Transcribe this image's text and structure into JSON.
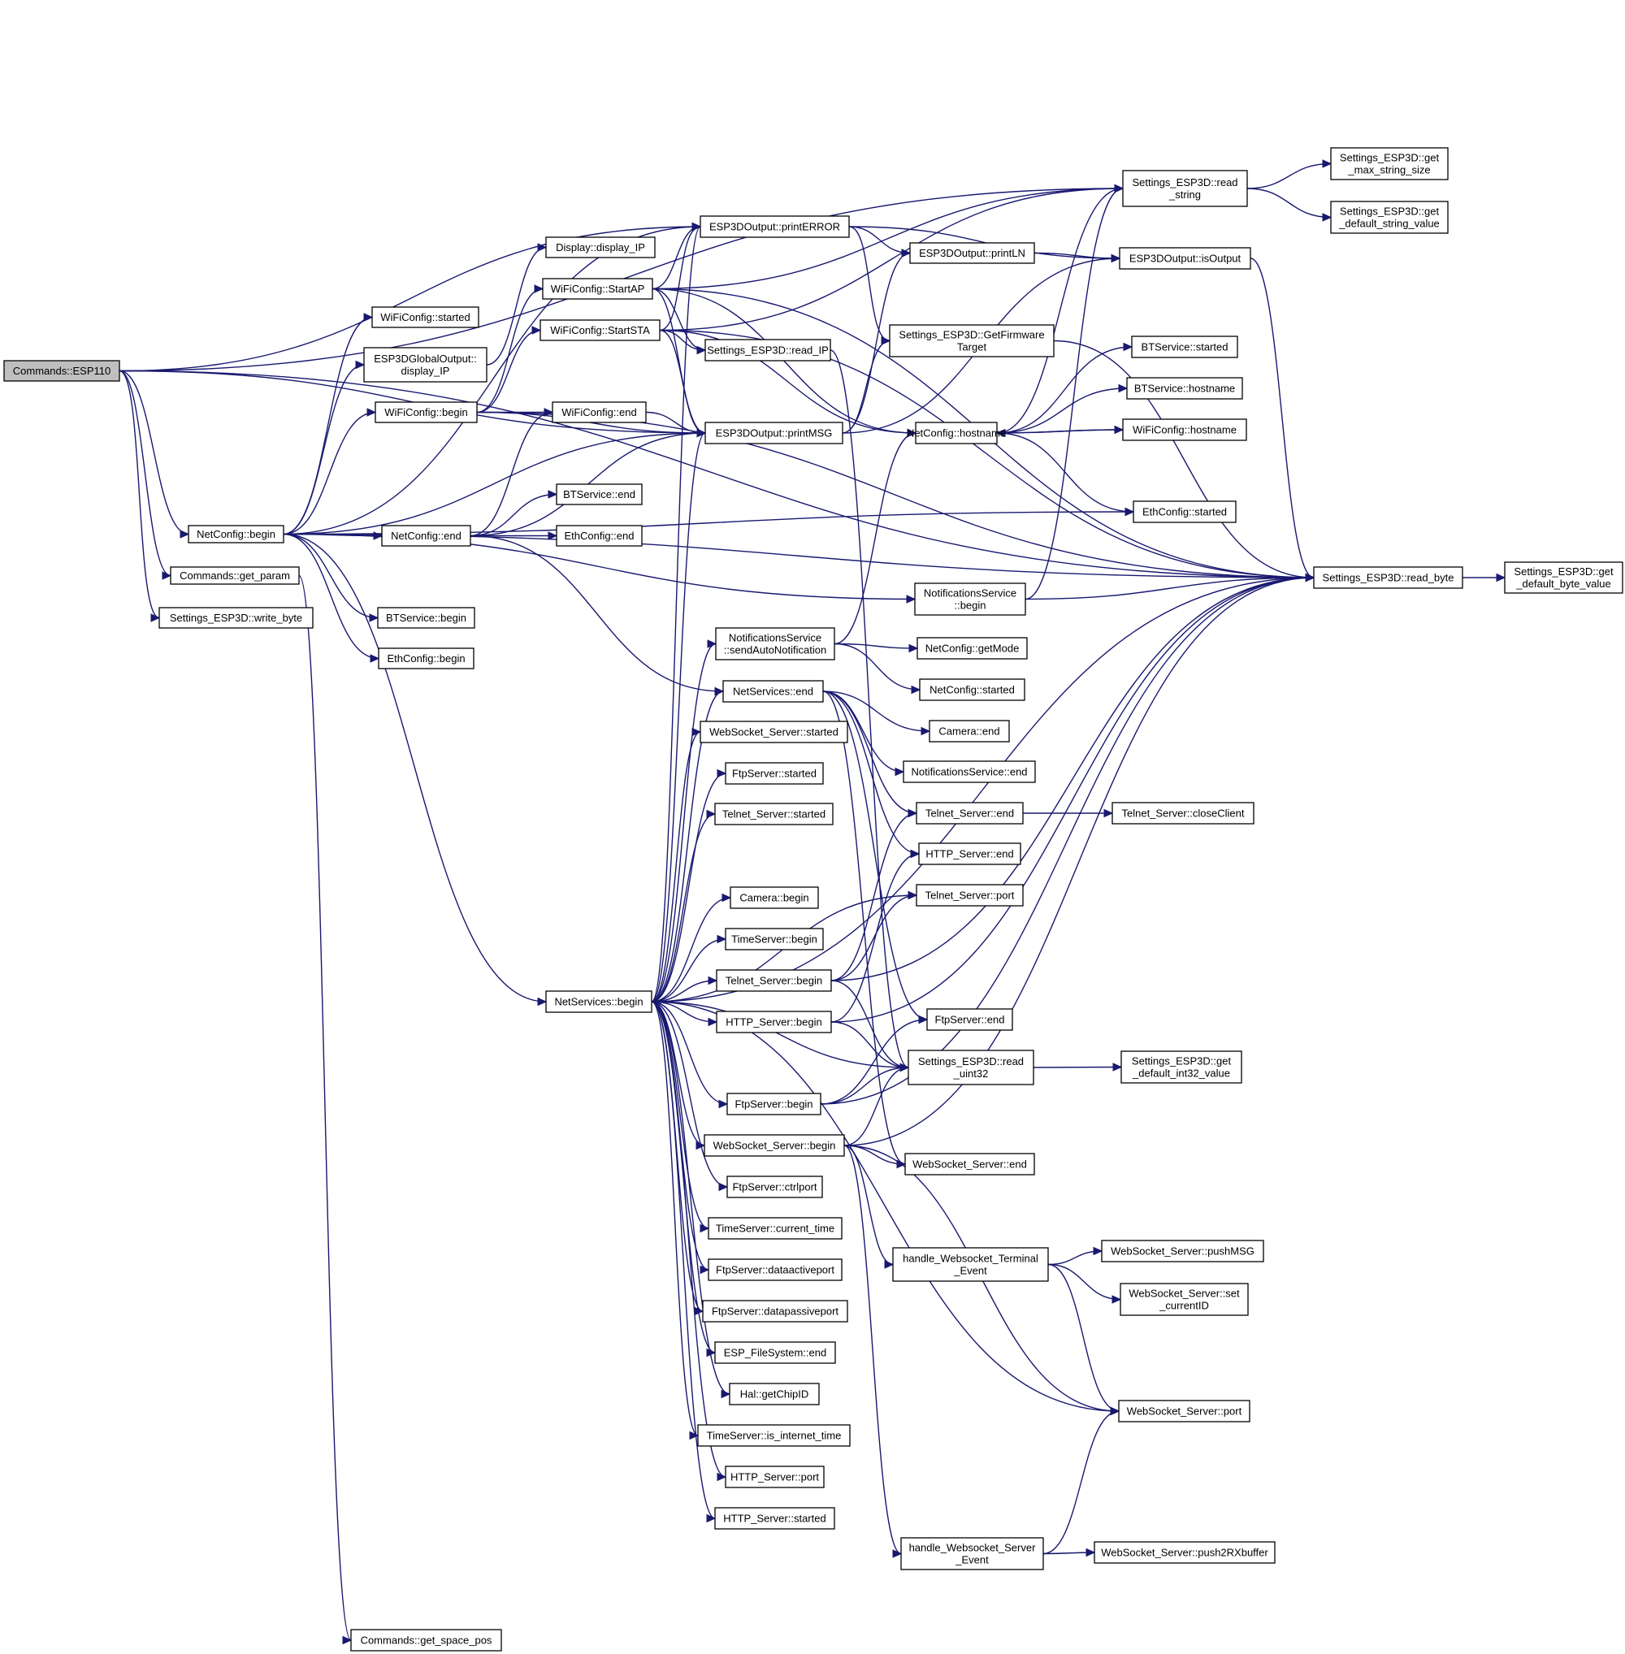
{
  "nodes": {
    "esp110": [
      "Commands::ESP110"
    ],
    "netconfig_begin": [
      "NetConfig::begin"
    ],
    "get_param": [
      "Commands::get_param"
    ],
    "write_byte": [
      "Settings_ESP3D::write_byte"
    ],
    "get_space_pos": [
      "Commands::get_space_pos"
    ],
    "wifi_started": [
      "WiFiConfig::started"
    ],
    "globaloutput_display_ip": [
      "ESP3DGlobalOutput::",
      "display_IP"
    ],
    "wifi_begin": [
      "WiFiConfig::begin"
    ],
    "netconfig_end": [
      "NetConfig::end"
    ],
    "btservice_begin": [
      "BTService::begin"
    ],
    "ethconfig_begin": [
      "EthConfig::begin"
    ],
    "netservices_begin": [
      "NetServices::begin"
    ],
    "display_ip": [
      "Display::display_IP"
    ],
    "startap": [
      "WiFiConfig::StartAP"
    ],
    "startsta": [
      "WiFiConfig::StartSTA"
    ],
    "wifi_end": [
      "WiFiConfig::end"
    ],
    "btservice_end": [
      "BTService::end"
    ],
    "ethconfig_end": [
      "EthConfig::end"
    ],
    "printerror": [
      "ESP3DOutput::printERROR"
    ],
    "read_ip": [
      "Settings_ESP3D::read_IP"
    ],
    "printmsg": [
      "ESP3DOutput::printMSG"
    ],
    "println": [
      "ESP3DOutput::printLN"
    ],
    "getfirmwaretarget": [
      "Settings_ESP3D::GetFirmware",
      "Target"
    ],
    "netconfig_hostname": [
      "NetConfig::hostname"
    ],
    "read_string": [
      "Settings_ESP3D::read",
      "_string"
    ],
    "isoutput": [
      "ESP3DOutput::isOutput"
    ],
    "btservice_started": [
      "BTService::started"
    ],
    "btservice_hostname": [
      "BTService::hostname"
    ],
    "wifi_hostname": [
      "WiFiConfig::hostname"
    ],
    "ethconfig_started": [
      "EthConfig::started"
    ],
    "read_byte": [
      "Settings_ESP3D::read_byte"
    ],
    "get_max_string_size": [
      "Settings_ESP3D::get",
      "_max_string_size"
    ],
    "get_default_string_value": [
      "Settings_ESP3D::get",
      "_default_string_value"
    ],
    "get_default_byte_value": [
      "Settings_ESP3D::get",
      "_default_byte_value"
    ],
    "notif_begin": [
      "NotificationsService",
      "::begin"
    ],
    "notif_sendauto": [
      "NotificationsService",
      "::sendAutoNotification"
    ],
    "netconfig_getmode": [
      "NetConfig::getMode"
    ],
    "netconfig_started": [
      "NetConfig::started"
    ],
    "netservices_end": [
      "NetServices::end"
    ],
    "camera_end": [
      "Camera::end"
    ],
    "notif_end": [
      "NotificationsService::end"
    ],
    "telnet_end": [
      "Telnet_Server::end"
    ],
    "telnet_closeclient": [
      "Telnet_Server::closeClient"
    ],
    "http_end": [
      "HTTP_Server::end"
    ],
    "telnet_port": [
      "Telnet_Server::port"
    ],
    "ftp_end": [
      "FtpServer::end"
    ],
    "read_uint32": [
      "Settings_ESP3D::read",
      "_uint32"
    ],
    "get_default_int32_value": [
      "Settings_ESP3D::get",
      "_default_int32_value"
    ],
    "websocket_end": [
      "WebSocket_Server::end"
    ],
    "websocket_started": [
      "WebSocket_Server::started"
    ],
    "ftp_started": [
      "FtpServer::started"
    ],
    "telnet_started": [
      "Telnet_Server::started"
    ],
    "camera_begin": [
      "Camera::begin"
    ],
    "timeserver_begin": [
      "TimeServer::begin"
    ],
    "telnet_begin": [
      "Telnet_Server::begin"
    ],
    "http_begin": [
      "HTTP_Server::begin"
    ],
    "ftp_begin": [
      "FtpServer::begin"
    ],
    "websocket_begin": [
      "WebSocket_Server::begin"
    ],
    "ftp_ctrlport": [
      "FtpServer::ctrlport"
    ],
    "timeserver_current_time": [
      "TimeServer::current_time"
    ],
    "ftp_dataactiveport": [
      "FtpServer::dataactiveport"
    ],
    "ftp_datapassiveport": [
      "FtpServer::datapassiveport"
    ],
    "fs_end": [
      "ESP_FileSystem::end"
    ],
    "hal_getchipid": [
      "Hal::getChipID"
    ],
    "timeserver_is_internet_time": [
      "TimeServer::is_internet_time"
    ],
    "http_port": [
      "HTTP_Server::port"
    ],
    "http_started": [
      "HTTP_Server::started"
    ],
    "handle_ws_terminal": [
      "handle_Websocket_Terminal",
      "_Event"
    ],
    "ws_pushmsg": [
      "WebSocket_Server::pushMSG"
    ],
    "ws_set_currentid": [
      "WebSocket_Server::set",
      "_currentID"
    ],
    "ws_port": [
      "WebSocket_Server::port"
    ],
    "handle_ws_server": [
      "handle_Websocket_Server",
      "_Event"
    ],
    "ws_push2rxbuffer": [
      "WebSocket_Server::push2RXbuffer"
    ]
  },
  "edges": [
    [
      "esp110",
      "netconfig_begin"
    ],
    [
      "esp110",
      "get_param"
    ],
    [
      "esp110",
      "write_byte"
    ],
    [
      "esp110",
      "printerror"
    ],
    [
      "esp110",
      "printmsg"
    ],
    [
      "esp110",
      "read_string"
    ],
    [
      "esp110",
      "read_byte"
    ],
    [
      "get_param",
      "get_space_pos"
    ],
    [
      "netconfig_begin",
      "wifi_started"
    ],
    [
      "netconfig_begin",
      "globaloutput_display_ip"
    ],
    [
      "netconfig_begin",
      "wifi_begin"
    ],
    [
      "netconfig_begin",
      "netconfig_end"
    ],
    [
      "netconfig_begin",
      "btservice_begin"
    ],
    [
      "netconfig_begin",
      "ethconfig_begin"
    ],
    [
      "netconfig_begin",
      "netservices_begin"
    ],
    [
      "netconfig_begin",
      "printerror"
    ],
    [
      "netconfig_begin",
      "printmsg"
    ],
    [
      "netconfig_begin",
      "ethconfig_started"
    ],
    [
      "netconfig_begin",
      "notif_begin"
    ],
    [
      "netconfig_begin",
      "read_byte"
    ],
    [
      "globaloutput_display_ip",
      "display_ip"
    ],
    [
      "wifi_begin",
      "startap"
    ],
    [
      "wifi_begin",
      "startsta"
    ],
    [
      "wifi_begin",
      "wifi_end"
    ],
    [
      "wifi_begin",
      "printmsg"
    ],
    [
      "wifi_begin",
      "read_byte"
    ],
    [
      "netconfig_end",
      "wifi_end"
    ],
    [
      "netconfig_end",
      "btservice_end"
    ],
    [
      "netconfig_end",
      "ethconfig_end"
    ],
    [
      "netconfig_end",
      "netservices_end"
    ],
    [
      "netconfig_end",
      "printmsg"
    ],
    [
      "startap",
      "printerror"
    ],
    [
      "startap",
      "read_ip"
    ],
    [
      "startap",
      "printmsg"
    ],
    [
      "startap",
      "netconfig_hostname"
    ],
    [
      "startap",
      "read_string"
    ],
    [
      "startap",
      "read_byte"
    ],
    [
      "startsta",
      "printerror"
    ],
    [
      "startsta",
      "read_ip"
    ],
    [
      "startsta",
      "printmsg"
    ],
    [
      "startsta",
      "netconfig_hostname"
    ],
    [
      "startsta",
      "read_string"
    ],
    [
      "startsta",
      "read_byte"
    ],
    [
      "wifi_end",
      "printmsg"
    ],
    [
      "printerror",
      "println"
    ],
    [
      "printerror",
      "getfirmwaretarget"
    ],
    [
      "printerror",
      "isoutput"
    ],
    [
      "printmsg",
      "println"
    ],
    [
      "printmsg",
      "getfirmwaretarget"
    ],
    [
      "printmsg",
      "isoutput"
    ],
    [
      "println",
      "isoutput"
    ],
    [
      "getfirmwaretarget",
      "read_byte"
    ],
    [
      "read_ip",
      "read_uint32"
    ],
    [
      "read_string",
      "get_max_string_size"
    ],
    [
      "read_string",
      "get_default_string_value"
    ],
    [
      "isoutput",
      "read_byte"
    ],
    [
      "netconfig_hostname",
      "btservice_started"
    ],
    [
      "netconfig_hostname",
      "btservice_hostname"
    ],
    [
      "netconfig_hostname",
      "wifi_hostname"
    ],
    [
      "netconfig_hostname",
      "ethconfig_started"
    ],
    [
      "netconfig_hostname",
      "read_string"
    ],
    [
      "wifi_hostname",
      "netconfig_hostname"
    ],
    [
      "read_byte",
      "get_default_byte_value"
    ],
    [
      "notif_begin",
      "read_string"
    ],
    [
      "notif_begin",
      "read_byte"
    ],
    [
      "notif_sendauto",
      "netconfig_getmode"
    ],
    [
      "notif_sendauto",
      "netconfig_started"
    ],
    [
      "notif_sendauto",
      "netconfig_hostname"
    ],
    [
      "netservices_end",
      "camera_end"
    ],
    [
      "netservices_end",
      "notif_end"
    ],
    [
      "netservices_end",
      "telnet_end"
    ],
    [
      "netservices_end",
      "http_end"
    ],
    [
      "netservices_end",
      "ftp_end"
    ],
    [
      "netservices_end",
      "websocket_end"
    ],
    [
      "telnet_end",
      "telnet_closeclient"
    ],
    [
      "netservices_begin",
      "printerror"
    ],
    [
      "netservices_begin",
      "printmsg"
    ],
    [
      "netservices_begin",
      "notif_sendauto"
    ],
    [
      "netservices_begin",
      "netservices_end"
    ],
    [
      "netservices_begin",
      "websocket_started"
    ],
    [
      "netservices_begin",
      "ftp_started"
    ],
    [
      "netservices_begin",
      "telnet_started"
    ],
    [
      "netservices_begin",
      "telnet_port"
    ],
    [
      "netservices_begin",
      "camera_begin"
    ],
    [
      "netservices_begin",
      "timeserver_begin"
    ],
    [
      "netservices_begin",
      "telnet_begin"
    ],
    [
      "netservices_begin",
      "http_begin"
    ],
    [
      "netservices_begin",
      "read_uint32"
    ],
    [
      "netservices_begin",
      "ftp_begin"
    ],
    [
      "netservices_begin",
      "websocket_begin"
    ],
    [
      "netservices_begin",
      "ftp_ctrlport"
    ],
    [
      "netservices_begin",
      "timeserver_current_time"
    ],
    [
      "netservices_begin",
      "ftp_dataactiveport"
    ],
    [
      "netservices_begin",
      "ftp_datapassiveport"
    ],
    [
      "netservices_begin",
      "fs_end"
    ],
    [
      "netservices_begin",
      "hal_getchipid"
    ],
    [
      "netservices_begin",
      "timeserver_is_internet_time"
    ],
    [
      "netservices_begin",
      "http_port"
    ],
    [
      "netservices_begin",
      "http_started"
    ],
    [
      "netservices_begin",
      "ws_port"
    ],
    [
      "netservices_begin",
      "read_byte"
    ],
    [
      "telnet_begin",
      "telnet_end"
    ],
    [
      "telnet_begin",
      "telnet_port"
    ],
    [
      "telnet_begin",
      "read_uint32"
    ],
    [
      "telnet_begin",
      "read_byte"
    ],
    [
      "http_begin",
      "http_end"
    ],
    [
      "http_begin",
      "read_uint32"
    ],
    [
      "http_begin",
      "read_byte"
    ],
    [
      "ftp_begin",
      "ftp_end"
    ],
    [
      "ftp_begin",
      "read_uint32"
    ],
    [
      "ftp_begin",
      "read_byte"
    ],
    [
      "read_uint32",
      "get_default_int32_value"
    ],
    [
      "websocket_begin",
      "websocket_end"
    ],
    [
      "websocket_begin",
      "read_uint32"
    ],
    [
      "websocket_begin",
      "read_byte"
    ],
    [
      "websocket_begin",
      "handle_ws_terminal"
    ],
    [
      "websocket_begin",
      "handle_ws_server"
    ],
    [
      "websocket_begin",
      "ws_port"
    ],
    [
      "handle_ws_terminal",
      "ws_pushmsg"
    ],
    [
      "handle_ws_terminal",
      "ws_set_currentid"
    ],
    [
      "handle_ws_terminal",
      "ws_port"
    ],
    [
      "handle_ws_server",
      "ws_push2rxbuffer"
    ],
    [
      "handle_ws_server",
      "ws_port"
    ]
  ]
}
